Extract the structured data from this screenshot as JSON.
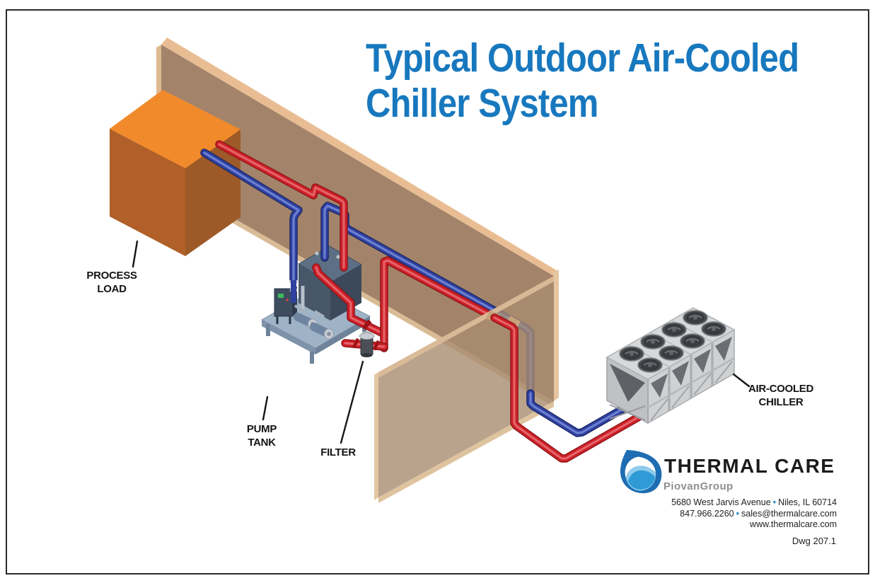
{
  "title": {
    "line1": "Typical Outdoor Air-Cooled",
    "line2": "Chiller System"
  },
  "labels": {
    "process_load": {
      "line1": "PROCESS",
      "line2": "LOAD"
    },
    "pump_tank": {
      "line1": "PUMP",
      "line2": "TANK"
    },
    "filter": {
      "text": "FILTER"
    },
    "air_cooled_chiller": {
      "line1": "AIR-COOLED",
      "line2": "CHILLER"
    }
  },
  "footer": {
    "brand": "THERMAL CARE",
    "group": "PiovanGroup",
    "address_line1_left": "5680 West Jarvis Avenue",
    "address_line1_right": "Niles, IL 60714",
    "address_line2_left": "847.966.2260",
    "address_line2_right": "sales@thermalcare.com",
    "website": "www.thermalcare.com",
    "drawing_number": "Dwg 207.1",
    "bullet": "•"
  },
  "colors": {
    "title_blue": "#1878be",
    "return_pipe_red": "#cc2027",
    "supply_pipe_blue": "#2f409f",
    "wall_tan": "#a3846a",
    "wall_edge_light": "#e9bd93",
    "process_load_orange": "#f18a2b",
    "process_load_left": "#b06028",
    "process_load_right": "#9d5a28",
    "pump_tank_slate": "#475769",
    "chiller_gray": "#cfd1d3",
    "logo_blue": "#1e6db2"
  },
  "components": [
    "process-load-box",
    "pump-tank-unit",
    "inline-filter",
    "air-cooled-chiller-unit",
    "factory-wall",
    "chilled-water-supply-pipe",
    "process-return-pipe",
    "thermal-care-drop-logo"
  ]
}
